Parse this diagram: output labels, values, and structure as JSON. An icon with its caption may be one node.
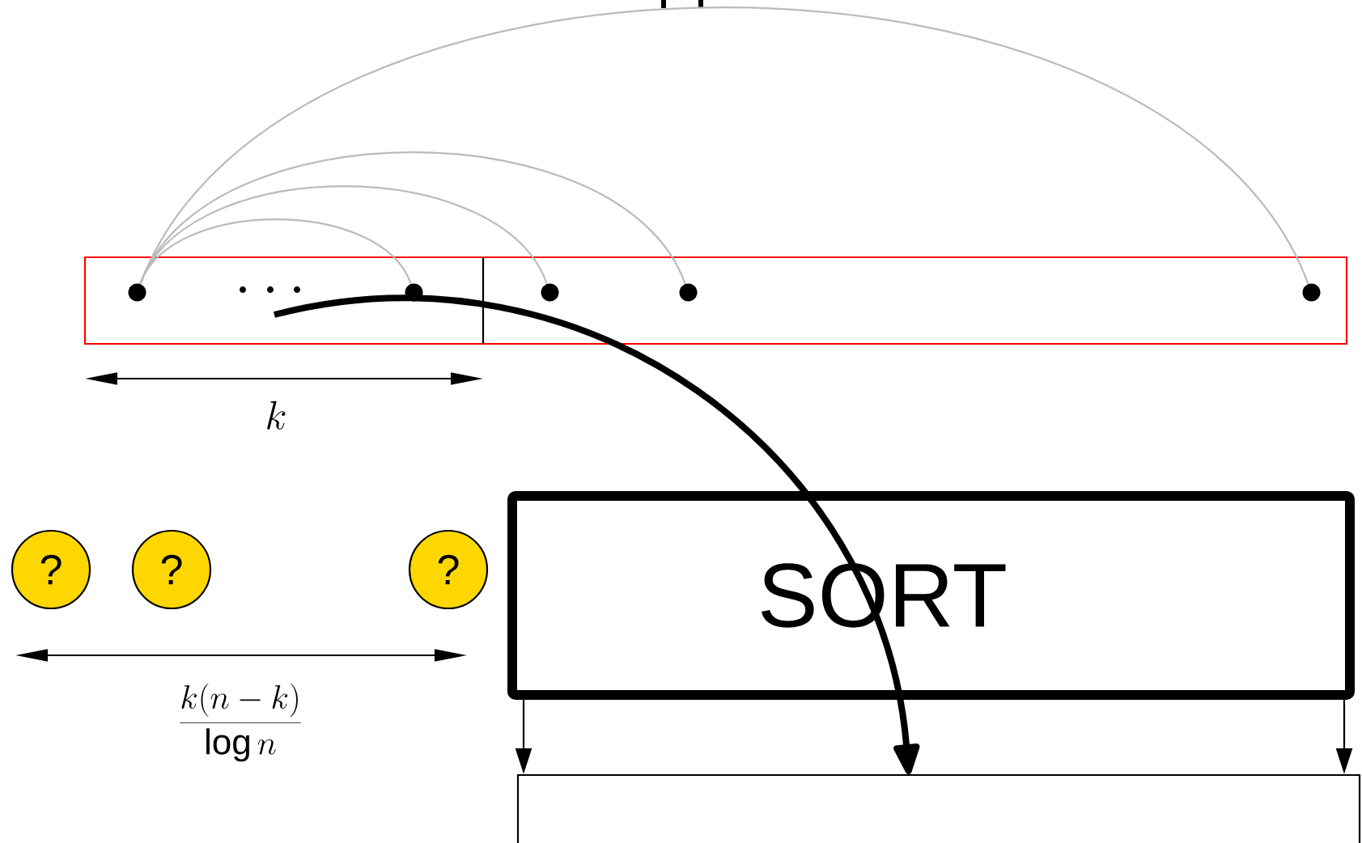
{
  "diagram": {
    "nodes": [
      {
        "text": [],
        "shape": "box"
      },
      {
        "text": [],
        "shape": "circle",
        "in": 0
      },
      {
        "text": [],
        "shape": "circle",
        "in": 0
      },
      {
        "text": [],
        "shape": "circle",
        "in": 0
      },
      {
        "text": [],
        "shape": "circle",
        "in": 0
      },
      {
        "text": [],
        "shape": "circle",
        "in": 0
      },
      {
        "text": [
          "?"
        ]
      },
      {
        "text": [
          "?"
        ]
      },
      {
        "text": [
          "?"
        ]
      },
      {
        "text": [
          "SORT"
        ]
      },
      {
        "text": [],
        "shape": "box"
      }
    ],
    "edges": [
      {
        "from": 1,
        "to": 2,
        "arrow": "none",
        "color": "#bbbbbb"
      },
      {
        "from": 1,
        "to": 3,
        "arrow": "none",
        "color": "#bbbbbb"
      },
      {
        "from": 1,
        "to": 4,
        "arrow": "none",
        "color": "#bbbbbb"
      },
      {
        "from": 1,
        "to": 5,
        "arrow": "none",
        "color": "#bbbbbb"
      },
      {
        "from": 9,
        "to": 10,
        "arrow": "to",
        "color": "#000000"
      },
      {
        "from": 9,
        "to": 10,
        "arrow": "to",
        "color": "#000000"
      },
      {
        "from": null,
        "to": 10,
        "arrow": "to",
        "style": "thick",
        "color": "#000000"
      }
    ],
    "labels": [
      "k",
      "\\frac{k(n-k)}{\\log n}"
    ]
  }
}
